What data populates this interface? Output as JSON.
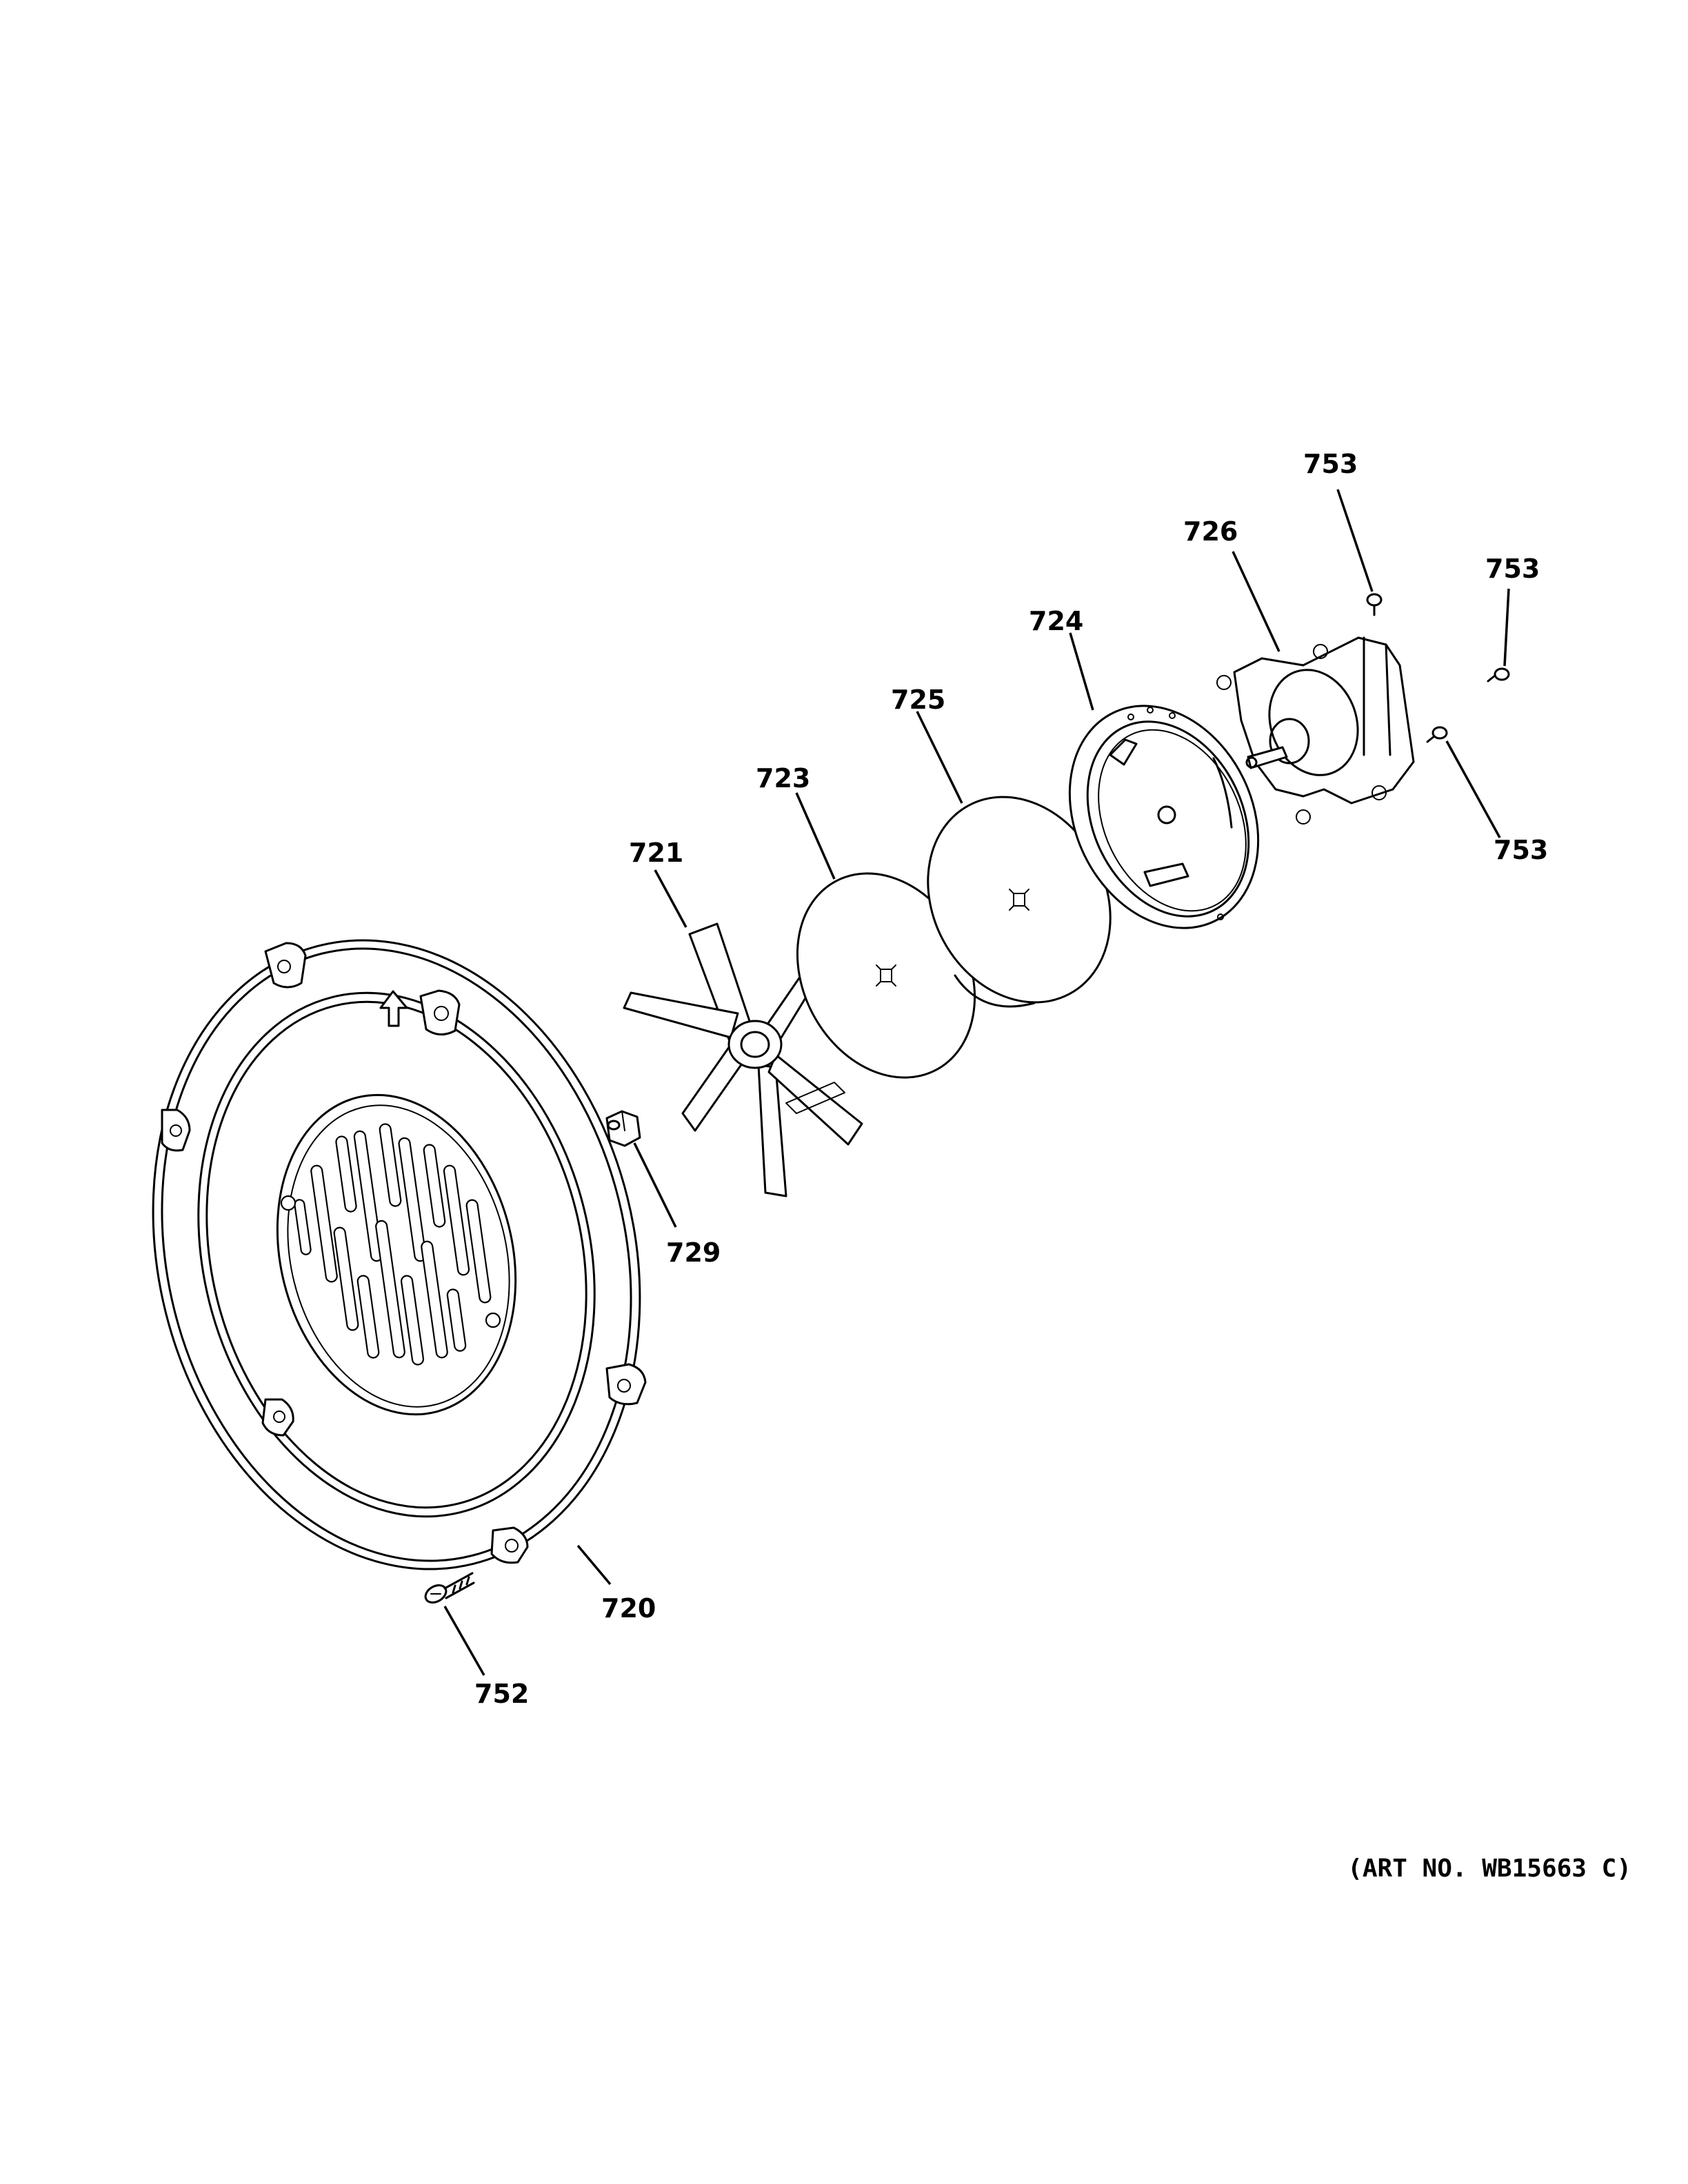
{
  "diagram": {
    "callouts": [
      {
        "id": "753a",
        "text": "753"
      },
      {
        "id": "726",
        "text": "726"
      },
      {
        "id": "753b",
        "text": "753"
      },
      {
        "id": "724",
        "text": "724"
      },
      {
        "id": "725",
        "text": "725"
      },
      {
        "id": "723",
        "text": "723"
      },
      {
        "id": "721",
        "text": "721"
      },
      {
        "id": "753c",
        "text": "753"
      },
      {
        "id": "729",
        "text": "729"
      },
      {
        "id": "720",
        "text": "720"
      },
      {
        "id": "752",
        "text": "752"
      }
    ],
    "art_number": "(ART NO. WB15663 C)"
  }
}
